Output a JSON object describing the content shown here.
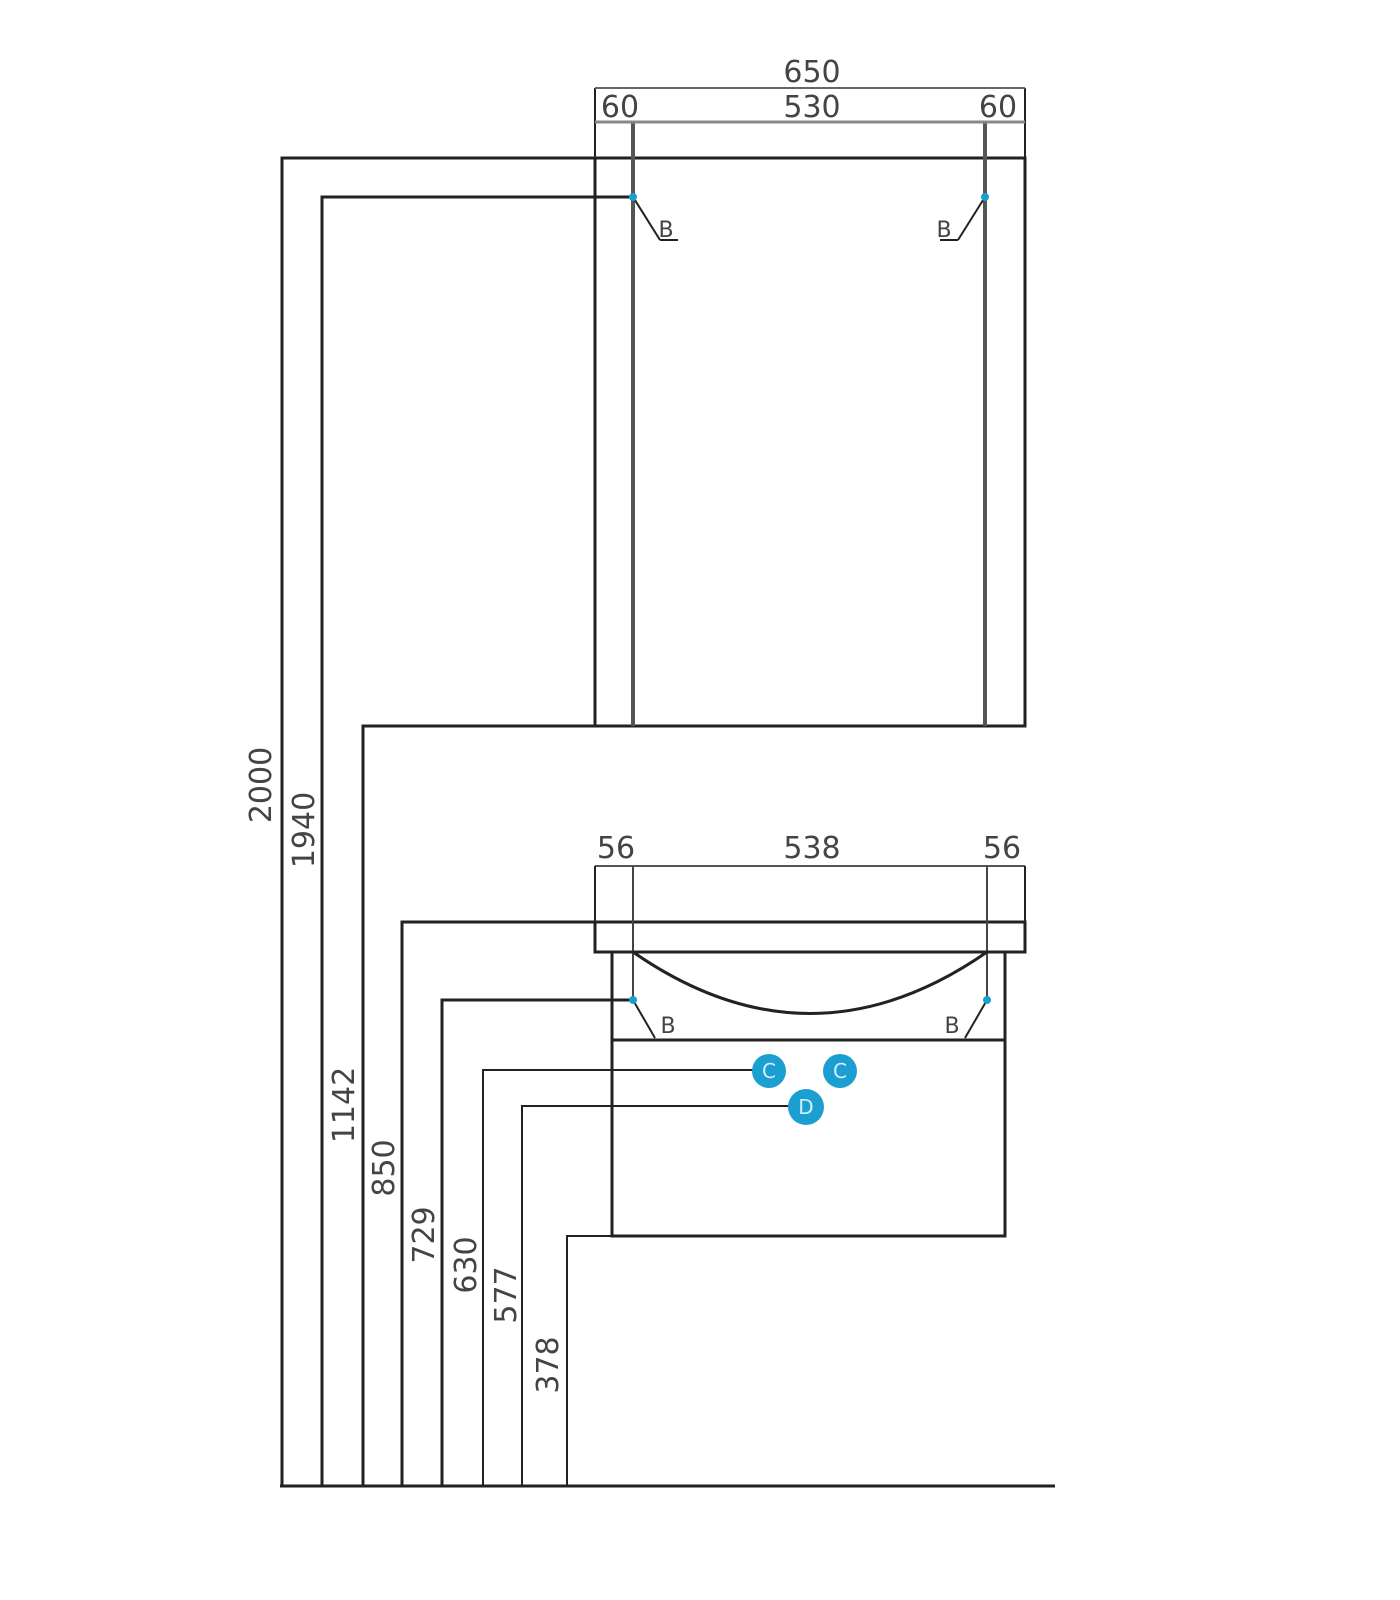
{
  "accent_color": "#1a9fd0",
  "mirror": {
    "width_total": "650",
    "inner_width": "530",
    "side_left": "60",
    "side_right": "60",
    "mount_left": "B",
    "mount_right": "B"
  },
  "vanity": {
    "inner_width": "538",
    "side_left": "56",
    "side_right": "56",
    "mount_left": "B",
    "mount_right": "B",
    "connections": [
      "C",
      "C",
      "D"
    ]
  },
  "heights": [
    "2000",
    "1940",
    "1142",
    "850",
    "729",
    "630",
    "577",
    "378"
  ]
}
